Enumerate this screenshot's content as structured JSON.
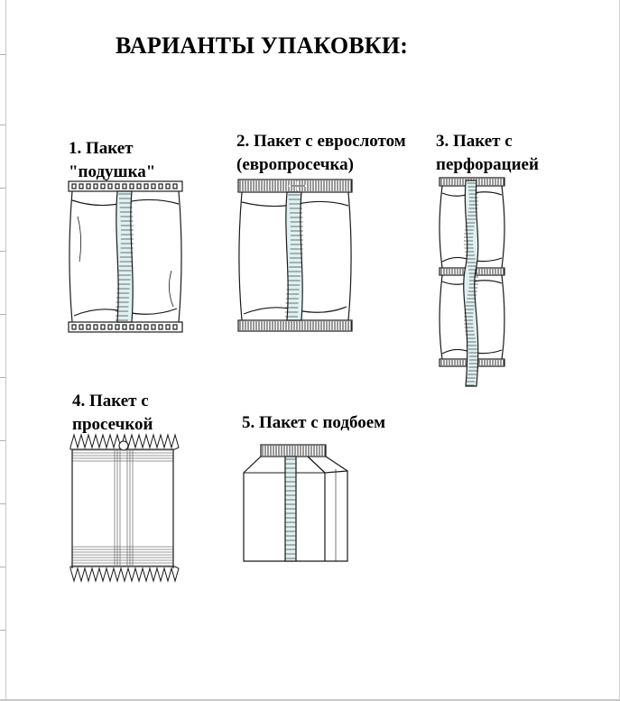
{
  "title": "ВАРИАНТЫ УПАКОВКИ:",
  "packages": [
    {
      "line1": "1. Пакет",
      "line2": "\"подушка\""
    },
    {
      "line1": "2. Пакет с еврослотом",
      "line2": "(европросечка)"
    },
    {
      "line1": "3. Пакет с",
      "line2": "перфорацией"
    },
    {
      "line1": "4. Пакет с",
      "line2": "просечкой"
    },
    {
      "line1": "5. Пакет с подбоем"
    }
  ],
  "colors": {
    "stripe": "#dff0f0",
    "ink": "#1a1a1a"
  }
}
